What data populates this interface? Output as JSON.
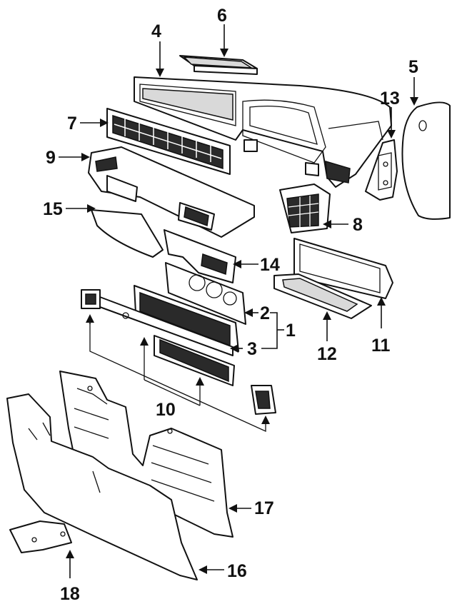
{
  "colors": {
    "ink": "#111111",
    "paper": "#ffffff",
    "shade": "#d9d9d9"
  },
  "callouts": {
    "c1": "1",
    "c2": "2",
    "c3": "3",
    "c4": "4",
    "c5": "5",
    "c6": "6",
    "c7": "7",
    "c8": "8",
    "c9": "9",
    "c10": "10",
    "c11": "11",
    "c12": "12",
    "c13": "13",
    "c14": "14",
    "c15": "15",
    "c16": "16",
    "c17": "17",
    "c18": "18"
  }
}
